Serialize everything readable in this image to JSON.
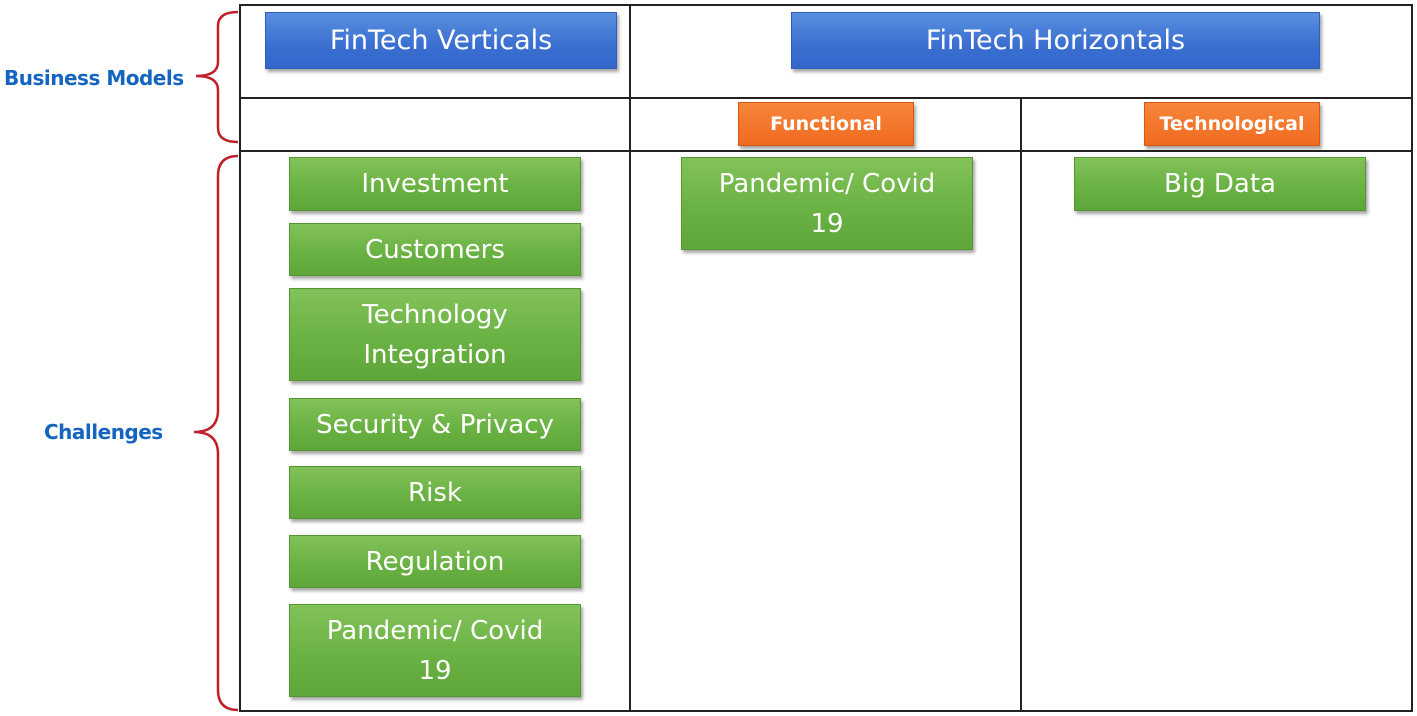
{
  "labels": {
    "business_models": "Business Models",
    "challenges": "Challenges"
  },
  "headers": {
    "verticals": "FinTech Verticals",
    "horizontals": "FinTech Horizontals",
    "functional": "Functional",
    "technological": "Technological"
  },
  "verticals_challenges": [
    "Investment",
    "Customers",
    "Technology Integration",
    "Security & Privacy",
    "Risk",
    "Regulation",
    "Pandemic/ Covid 19"
  ],
  "functional_challenges": [
    "Pandemic/ Covid 19"
  ],
  "technological_challenges": [
    "Big Data"
  ],
  "colors": {
    "label_text": "#1565c0",
    "brace": "#c0202a",
    "header_blue": "#3a6fd0",
    "sub_header_orange": "#f06a20",
    "challenge_green": "#6ab243"
  }
}
